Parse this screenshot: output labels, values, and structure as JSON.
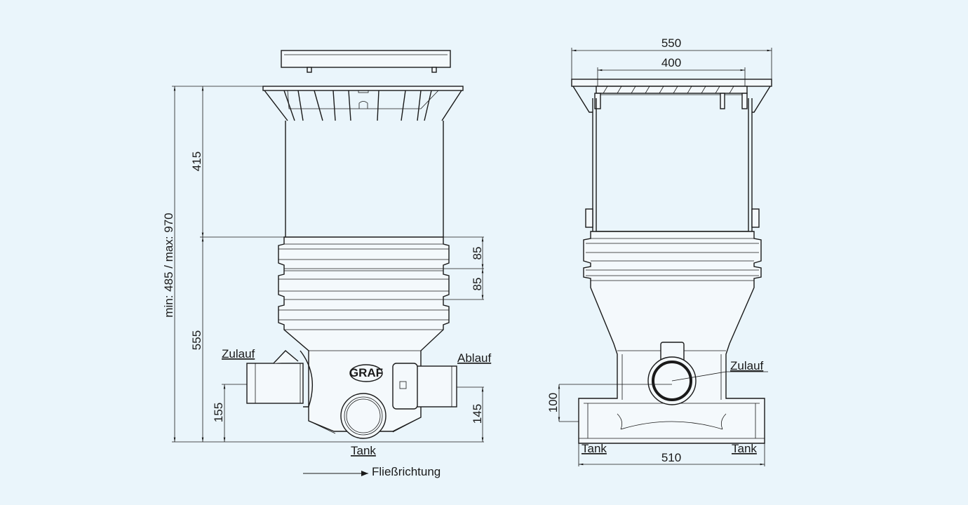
{
  "colors": {
    "background": "#eaf5fb",
    "line": "#1a1a1a"
  },
  "side_view": {
    "labels": {
      "inlet": "Zulauf",
      "outlet": "Ablauf",
      "tank": "Tank",
      "logo": "GRAF"
    },
    "dimensions": {
      "total_height": "min: 485 / max: 970",
      "upper": "415",
      "lower": "555",
      "ring1": "85",
      "ring2": "85",
      "inlet_height": "155",
      "outlet_height": "145"
    },
    "flow_direction": "Fließrichtung"
  },
  "front_view": {
    "labels": {
      "inlet": "Zulauf",
      "tank_left": "Tank",
      "tank_right": "Tank"
    },
    "dimensions": {
      "outer_width": "550",
      "inner_width": "400",
      "inlet_height": "100",
      "base_width": "510"
    }
  }
}
